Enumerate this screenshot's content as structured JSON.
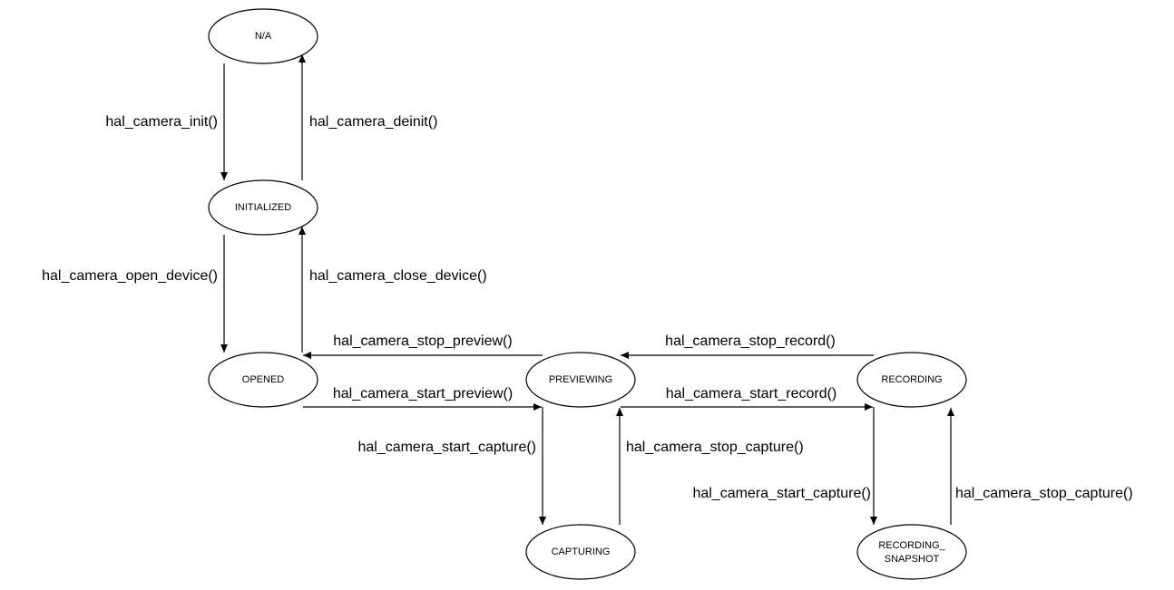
{
  "states": {
    "na": "N/A",
    "initialized": "INITIALIZED",
    "opened": "OPENED",
    "previewing": "PREVIEWING",
    "recording": "RECORDING",
    "capturing": "CAPTURING",
    "recording_snapshot_line1": "RECORDING_",
    "recording_snapshot_line2": "SNAPSHOT"
  },
  "transitions": {
    "init": "hal_camera_init()",
    "deinit": "hal_camera_deinit()",
    "open_device": "hal_camera_open_device()",
    "close_device": "hal_camera_close_device()",
    "stop_preview": "hal_camera_stop_preview()",
    "start_preview": "hal_camera_start_preview()",
    "stop_record": "hal_camera_stop_record()",
    "start_record": "hal_camera_start_record()",
    "start_capture_preview": "hal_camera_start_capture()",
    "stop_capture_preview": "hal_camera_stop_capture()",
    "start_capture_record": "hal_camera_start_capture()",
    "stop_capture_record": "hal_camera_stop_capture()"
  }
}
